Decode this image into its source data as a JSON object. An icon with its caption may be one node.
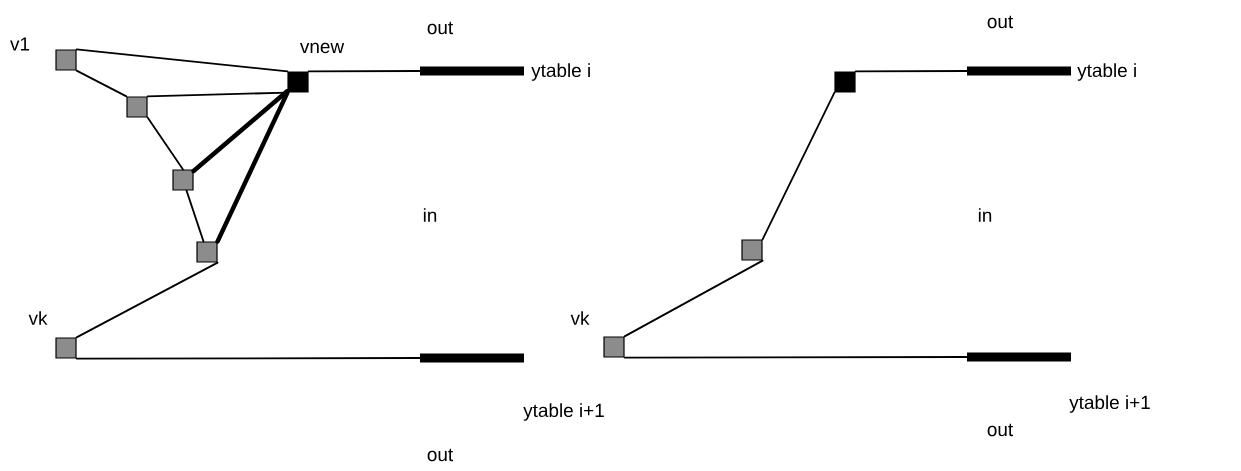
{
  "diagram": {
    "nodes": [
      {
        "text": [],
        "shape": "box",
        "beside": [
          "v1"
        ]
      },
      {
        "text": [],
        "shape": "box",
        "beside": [
          "vnew"
        ]
      },
      {
        "text": [],
        "shape": "box"
      },
      {
        "text": [],
        "shape": "box"
      },
      {
        "text": [],
        "shape": "box"
      },
      {
        "text": [],
        "shape": "box",
        "beside": [
          "vk"
        ]
      },
      {
        "text": [],
        "shape": "bar",
        "beside": [
          "ytable  i"
        ]
      },
      {
        "text": [],
        "shape": "bar",
        "beside": [
          "ytable  i+1"
        ]
      },
      {
        "text": [],
        "shape": "box"
      },
      {
        "text": [],
        "shape": "box"
      },
      {
        "text": [],
        "shape": "box",
        "beside": [
          "vk"
        ]
      },
      {
        "text": [],
        "shape": "bar",
        "beside": [
          "ytable  i"
        ]
      },
      {
        "text": [],
        "shape": "bar",
        "beside": [
          "ytable  i+1"
        ]
      }
    ],
    "edges": [
      {
        "from": 0,
        "to": 1,
        "arrow": "none"
      },
      {
        "from": 0,
        "to": 2,
        "arrow": "none"
      },
      {
        "from": 2,
        "to": 1,
        "arrow": "none"
      },
      {
        "from": 2,
        "to": 3,
        "arrow": "none"
      },
      {
        "from": 3,
        "to": 1,
        "arrow": "none",
        "style": "thick"
      },
      {
        "from": 3,
        "to": 4,
        "arrow": "none"
      },
      {
        "from": 4,
        "to": 1,
        "arrow": "none",
        "style": "thick"
      },
      {
        "from": 4,
        "to": 5,
        "arrow": "none"
      },
      {
        "from": 1,
        "to": 6,
        "arrow": "none"
      },
      {
        "from": 5,
        "to": 7,
        "arrow": "none"
      },
      {
        "from": 8,
        "to": 11,
        "arrow": "none"
      },
      {
        "from": 8,
        "to": 9,
        "arrow": "none"
      },
      {
        "from": 9,
        "to": 10,
        "arrow": "none"
      },
      {
        "from": 10,
        "to": 12,
        "arrow": "none"
      }
    ],
    "labels": [
      "out",
      "in",
      "out",
      "out",
      "in",
      "out"
    ]
  }
}
